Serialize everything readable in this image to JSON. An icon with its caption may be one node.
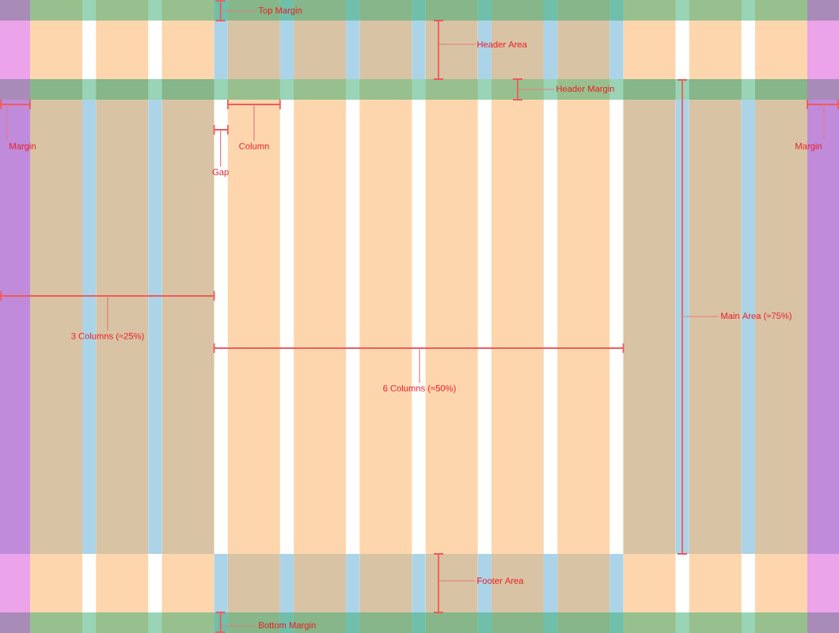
{
  "diagram": {
    "nodes": [
      {
        "text": [
          "Top Margin"
        ]
      },
      {
        "text": [
          "Header Area"
        ]
      },
      {
        "text": [
          "Header Margin"
        ]
      },
      {
        "text": [
          "Margin"
        ]
      },
      {
        "text": [
          "Column"
        ]
      },
      {
        "text": [
          "Margin"
        ]
      },
      {
        "text": [
          "Gap"
        ]
      },
      {
        "text": [
          "Main Area (≈75%)"
        ]
      },
      {
        "text": [
          "3 Columns (≈25%)"
        ]
      },
      {
        "text": [
          "6 Columns (≈50%)"
        ]
      },
      {
        "text": [
          "Footer Area"
        ]
      },
      {
        "text": [
          "Bottom Margin"
        ]
      },
      {
        "text": [],
        "shape": "line"
      },
      {
        "text": [],
        "shape": "line"
      },
      {
        "text": [],
        "shape": "line"
      },
      {
        "text": [],
        "shape": "line"
      },
      {
        "text": [],
        "shape": "line"
      },
      {
        "text": [],
        "shape": "line"
      },
      {
        "text": [],
        "shape": "line"
      },
      {
        "text": [],
        "shape": "line"
      },
      {
        "text": [],
        "shape": "line"
      },
      {
        "text": [],
        "shape": "line"
      },
      {
        "text": [],
        "shape": "line"
      },
      {
        "text": [],
        "shape": "line"
      }
    ],
    "edges": [
      {
        "from": 0,
        "to": 12,
        "arrow": "none"
      },
      {
        "from": 1,
        "to": 13,
        "arrow": "none"
      },
      {
        "from": 2,
        "to": 14,
        "arrow": "none"
      },
      {
        "from": 3,
        "to": 15,
        "arrow": "none"
      },
      {
        "from": 4,
        "to": 16,
        "arrow": "none"
      },
      {
        "from": 5,
        "to": 17,
        "arrow": "none"
      },
      {
        "from": 6,
        "to": 18,
        "arrow": "none"
      },
      {
        "from": 7,
        "to": 19,
        "arrow": "none"
      },
      {
        "from": 8,
        "to": 20,
        "arrow": "none"
      },
      {
        "from": 9,
        "to": 21,
        "arrow": "none"
      },
      {
        "from": 10,
        "to": 22,
        "arrow": "none"
      },
      {
        "from": 11,
        "to": 23,
        "arrow": "none"
      }
    ]
  }
}
